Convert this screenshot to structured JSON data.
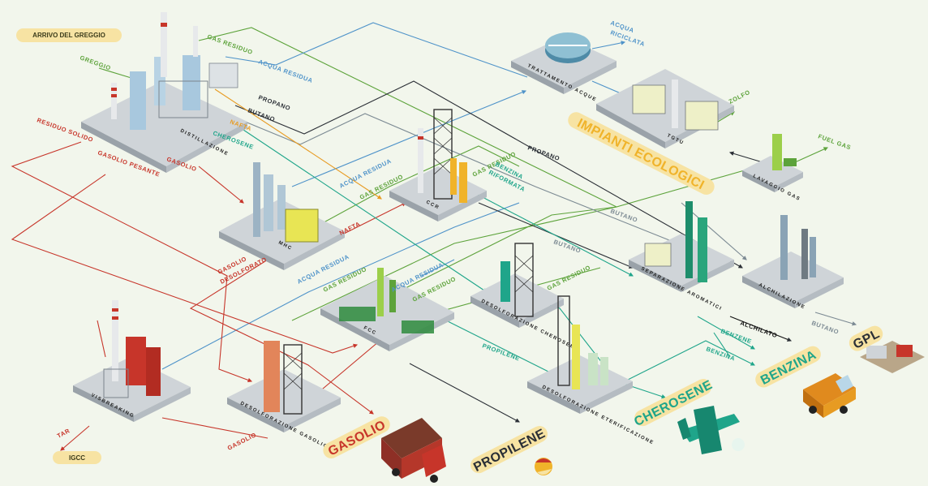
{
  "colors": {
    "background": "#f2f6ec",
    "green": "#5da33b",
    "blue": "#4f93c9",
    "dark": "#2b2f36",
    "orange": "#e79b22",
    "red": "#c7352a",
    "teal": "#1fa58a",
    "yellow_band": "#f7e3a3"
  },
  "badges": {
    "arrivo": "ARRIVO DEL GREGGIO",
    "igcc": "IGCC"
  },
  "units": {
    "distillazione": "DISTILLAZIONE",
    "mhc": "MHC",
    "ccr": "CCR",
    "trattamento": "TRATTAMENTO ACQUE",
    "tgtu": "TGTU",
    "lavaggio": "LAVAGGIO GAS",
    "separazione": "SEPARAZIONE AROMATICI",
    "alchilazione": "ALCHILAZIONE",
    "fcc": "FCC",
    "desolf_cherosene": "DESOLFORAZIONE CHEROSENE",
    "desolf_eter": "DESOLFORAZIONE ETERIFICAZIONE",
    "desolf_gasolio": "DESOLFORAZIONE GASOLIO",
    "visbreaking": "VISBREAKING"
  },
  "flows": {
    "greggio": "GREGGIO",
    "gas_residuo": "GAS RESIDUO",
    "acqua_residua": "ACQUA RESIDUA",
    "propano": "PROPANO",
    "butano": "BUTANO",
    "nafta": "NAFTA",
    "cherosene": "CHEROSENE",
    "gasolio": "GASOLIO",
    "residuo_solido": "RESIDUO SOLIDO",
    "gasolio_pesante": "GASOLIO PESANTE",
    "gasolio_desolforato_1": "GASOLIO",
    "gasolio_desolforato_2": "DESOLFORATO",
    "benzina_riformata_1": "BENZINA",
    "benzina_riformata_2": "RIFORMATA",
    "acqua_riciclata_1": "ACQUA",
    "acqua_riciclata_2": "RICICLATA",
    "zolfo": "ZOLFO",
    "fuel_gas": "FUEL GAS",
    "propilene": "PROPILENE",
    "alchilato": "ALCHILATO",
    "benzene": "BENZENE",
    "benzina": "BENZINA",
    "tar": "TAR"
  },
  "products": {
    "impianti": "IMPIANTI ECOLOGICI",
    "gasolio": "GASOLIO",
    "propilene": "PROPILENE",
    "cherosene": "CHEROSENE",
    "benzina": "BENZINA",
    "gpl": "GPL"
  }
}
